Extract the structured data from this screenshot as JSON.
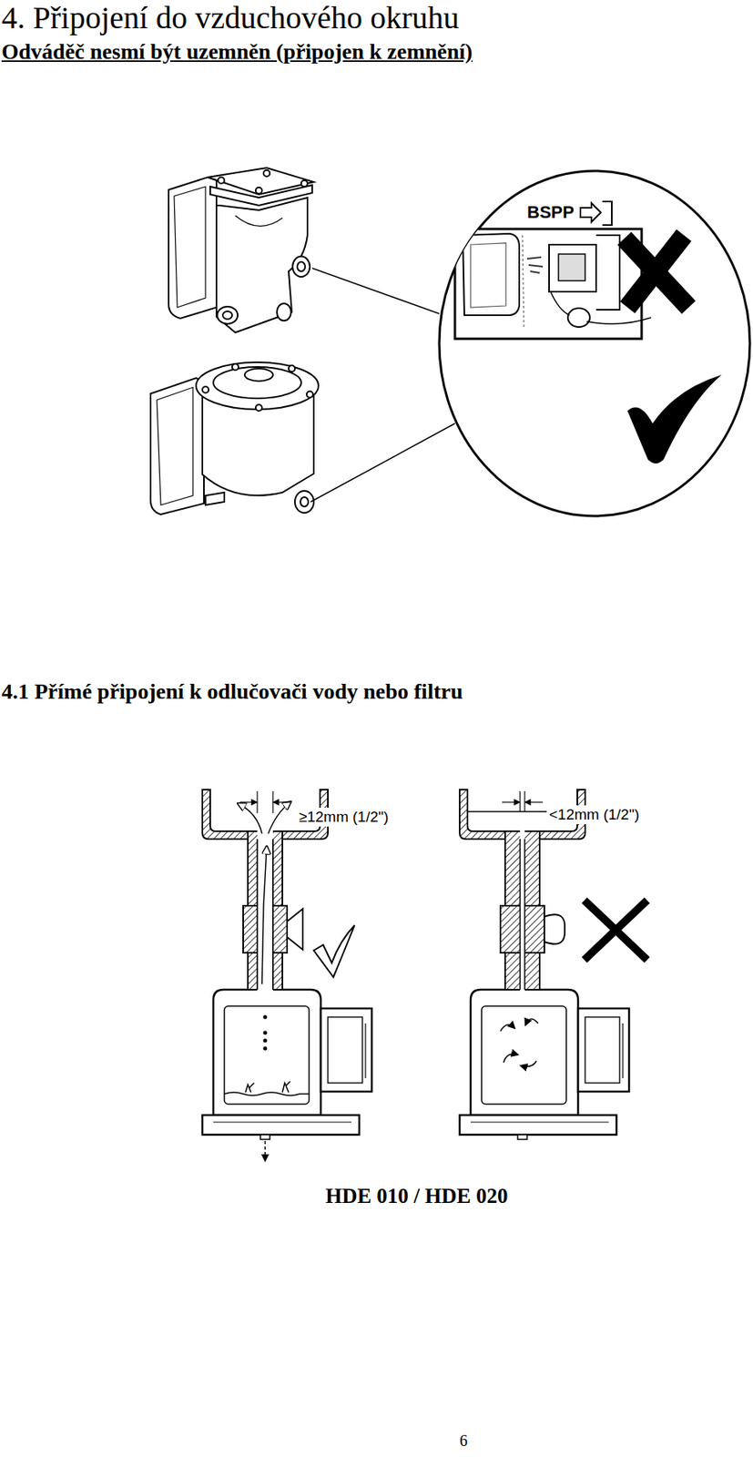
{
  "diagram": {
    "title": "4. Připojení do vzduchového okruhu",
    "labels": [
      "Odváděč nesmí být uzemněn (připojen k zemnění)",
      "BSPP",
      "4.1 Přímé připojení k odlučovači vody nebo filtru",
      "≥12mm (1/2\")",
      "<12mm (1/2\")",
      "HDE 010 / HDE 020",
      "6"
    ]
  }
}
